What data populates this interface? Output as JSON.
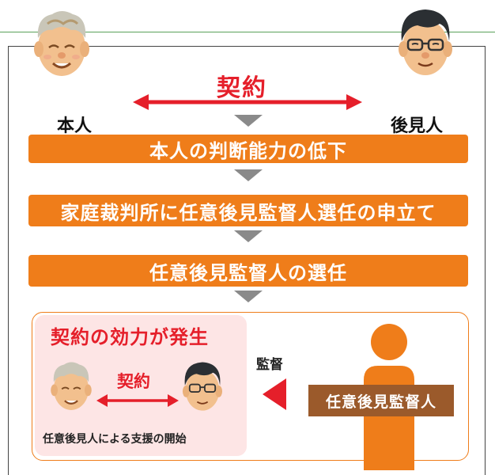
{
  "top_row": {
    "left_person_label": "本人",
    "right_person_label": "後見人",
    "contract_label": "契約"
  },
  "steps": [
    "本人の判断能力の低下",
    "家庭裁判所に任意後見監督人選任の申立て",
    "任意後見監督人の選任"
  ],
  "effect": {
    "title": "契約の効力が発生",
    "contract_label": "契約",
    "support_text": "任意後見人による支援の開始",
    "supervise_label": "監督",
    "supervisor_label": "任意後見監督人"
  },
  "colors": {
    "orange": "#ef7d1a",
    "red": "#e51f2a",
    "gray_arrow": "#8a8a8a",
    "pink_bg": "#fde5e5",
    "brown": "#9b5a2b"
  }
}
